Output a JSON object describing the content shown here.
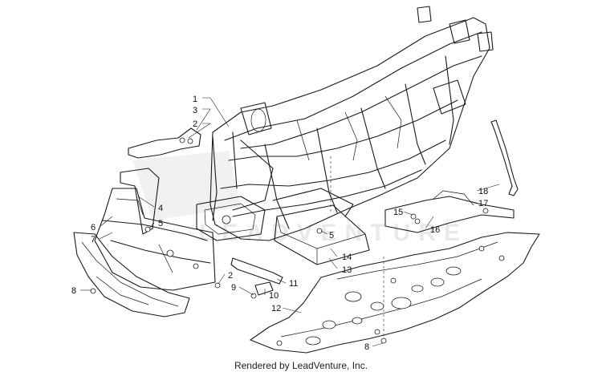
{
  "diagram": {
    "callouts": [
      "1",
      "3",
      "2",
      "4",
      "5",
      "6",
      "7",
      "8",
      "2",
      "9",
      "10",
      "11",
      "12",
      "13",
      "14",
      "5",
      "15",
      "16",
      "17",
      "18",
      "8"
    ]
  },
  "watermark": "LEADVENTURE",
  "footer": {
    "credit": "Rendered by LeadVenture, Inc."
  }
}
